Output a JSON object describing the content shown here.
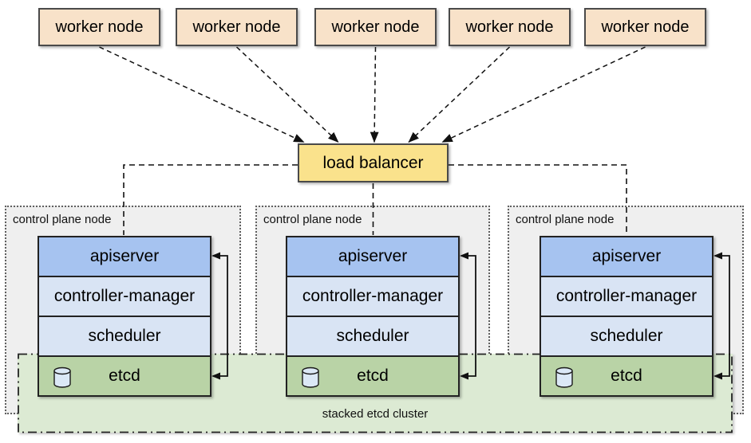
{
  "workers": [
    {
      "label": "worker node"
    },
    {
      "label": "worker node"
    },
    {
      "label": "worker node"
    },
    {
      "label": "worker node"
    },
    {
      "label": "worker node"
    }
  ],
  "load_balancer": {
    "label": "load balancer"
  },
  "control_planes": [
    {
      "label": "control plane node",
      "components": [
        "apiserver",
        "controller-manager",
        "scheduler",
        "etcd"
      ]
    },
    {
      "label": "control plane node",
      "components": [
        "apiserver",
        "controller-manager",
        "scheduler",
        "etcd"
      ]
    },
    {
      "label": "control plane node",
      "components": [
        "apiserver",
        "controller-manager",
        "scheduler",
        "etcd"
      ]
    }
  ],
  "etcd_cluster": {
    "label": "stacked etcd cluster"
  },
  "icons": {
    "etcd_icon": "database-cylinder"
  },
  "colors": {
    "worker_fill": "#f8e2c9",
    "load_balancer_fill": "#fae28c",
    "apiserver_fill": "#a6c3f0",
    "component_fill": "#d9e4f4",
    "etcd_fill": "#b9d3a6",
    "region_fill": "#dcead3",
    "container_fill": "#efefef",
    "cylinder_fill": "#dbe8f6",
    "box_border": "#4a4a4a",
    "line_color": "#111111"
  }
}
